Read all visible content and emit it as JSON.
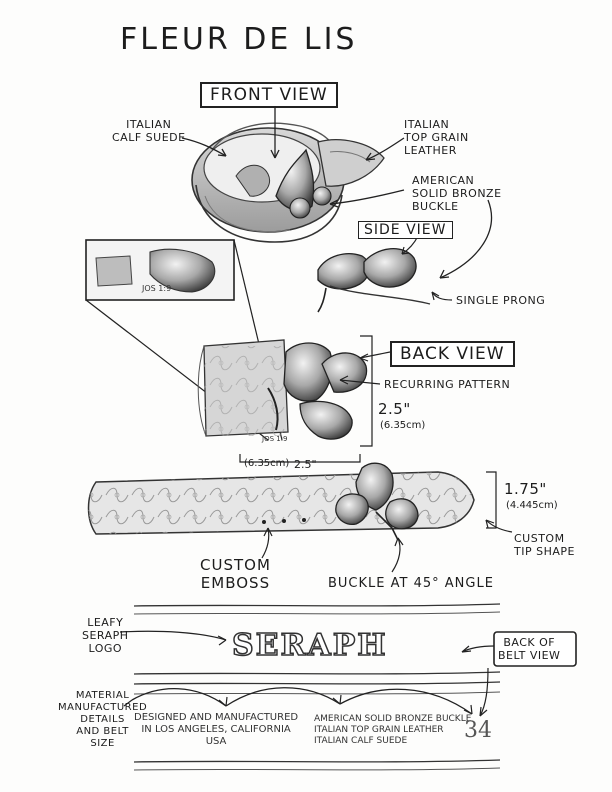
{
  "title": "Fleur De Lis",
  "views": {
    "front": "Front View",
    "side": "Side View",
    "back": "Back View",
    "back_of_belt": [
      "Back of",
      "Belt View"
    ]
  },
  "labels": {
    "italian_calf_suede": [
      "Italian",
      "Calf Suede"
    ],
    "italian_top_grain": [
      "Italian",
      "Top Grain",
      "Leather"
    ],
    "bronze_buckle": [
      "American",
      "Solid Bronze",
      "Buckle"
    ],
    "single_prong": "Single Prong",
    "recurring_pattern": "Recurring Pattern",
    "custom_tip_shape": [
      "Custom",
      "Tip Shape"
    ],
    "custom_emboss": [
      "Custom",
      "Emboss"
    ],
    "buckle_angle": "Buckle at 45° Angle",
    "leafy_seraph_logo": [
      "Leafy",
      "Seraph",
      "Logo"
    ],
    "material_details": [
      "Material",
      "Manufactured",
      "Details",
      "and Belt",
      "Size"
    ]
  },
  "dimensions": {
    "buckle_height": "2.5\"",
    "buckle_height_cm": "(6.35cm)",
    "buckle_width": "2.5\"",
    "buckle_width_cm": "(6.35cm)",
    "belt_width": "1.75\"",
    "belt_width_cm": "(4.445cm)"
  },
  "stamp": {
    "verse": "JOS 1:9",
    "verse_back": "JOS 1:9",
    "logo": "SERAPH",
    "designed": [
      "Designed and Manufactured",
      "in Los Angeles, California",
      "USA"
    ],
    "materials": [
      "American Solid Bronze Buckle",
      "Italian Top Grain Leather",
      "Italian Calf Suede"
    ],
    "size": "34"
  }
}
